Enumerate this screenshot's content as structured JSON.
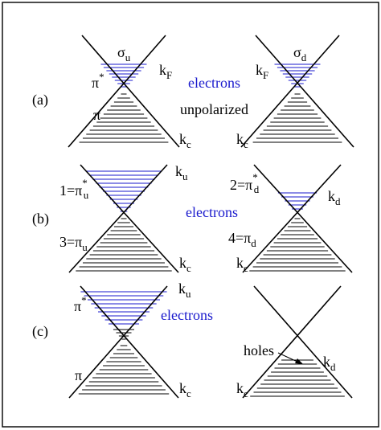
{
  "panels": [
    {
      "label": "(a)",
      "left": {
        "top": "σ",
        "top_sub": "u",
        "upper": "π",
        "upper_sup": "*",
        "lower": "π",
        "right_top": "k",
        "right_top_sub": "F",
        "bottom": "k",
        "bottom_sub": "c"
      },
      "right": {
        "top": "σ",
        "top_sub": "d",
        "left_top": "k",
        "left_top_sub": "F",
        "bottom": "k",
        "bottom_sub": "c"
      },
      "center_blue": "electrons",
      "center_black": "unpolarized"
    },
    {
      "label": "(b)",
      "left": {
        "upper_prefix": "1=",
        "upper": "π",
        "upper_sup": "*",
        "upper_sub": "u",
        "lower_prefix": "3=",
        "lower": "π",
        "lower_sub": "u",
        "right_top": "k",
        "right_top_sub": "u",
        "bottom": "k",
        "bottom_sub": "c"
      },
      "right": {
        "upper_prefix": "2=",
        "upper": "π",
        "upper_sup": "*",
        "upper_sub": "d",
        "lower_prefix": "4=",
        "lower": "π",
        "lower_sub": "d",
        "right_mid": "k",
        "right_mid_sub": "d",
        "bottom": "k",
        "bottom_sub": "c"
      },
      "center_blue": "electrons"
    },
    {
      "label": "(c)",
      "left": {
        "upper": "π",
        "upper_sup": "*",
        "lower": "π",
        "right_top": "k",
        "right_top_sub": "u",
        "bottom": "k",
        "bottom_sub": "c"
      },
      "right": {
        "holes": "holes",
        "right_mid": "k",
        "right_mid_sub": "d",
        "bottom": "k",
        "bottom_sub": "c"
      },
      "center_blue": "electrons"
    }
  ],
  "colors": {
    "electrons": "#1a1acd",
    "filled": "#000000"
  }
}
